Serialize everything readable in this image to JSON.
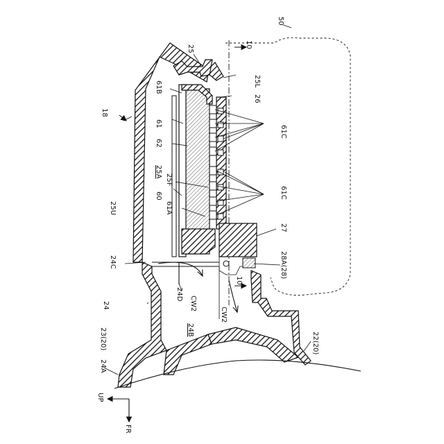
{
  "labels": {
    "l50": "50",
    "l10a": "10",
    "l25": "25",
    "l25L": "25L",
    "l61B": "61B",
    "l26": "26",
    "l18": "18",
    "l61": "61",
    "l62": "62",
    "l61Ca": "61C",
    "l25A": "25A",
    "l25F": "25F",
    "l60": "60",
    "l61A": "61A",
    "l25U": "25U",
    "l61Cb": "61C",
    "l27": "27",
    "l28A": "28A(28)",
    "l24C": "24C",
    "l10b": "10",
    "l24D": "24D",
    "lCW2a": "CW2",
    "lCW2b": "CW2",
    "l24": "24",
    "l24B": "24B",
    "l23": "23(20)",
    "l22": "22(20)",
    "l24A": "24A",
    "lUP": "UP",
    "lFR": "FR"
  }
}
